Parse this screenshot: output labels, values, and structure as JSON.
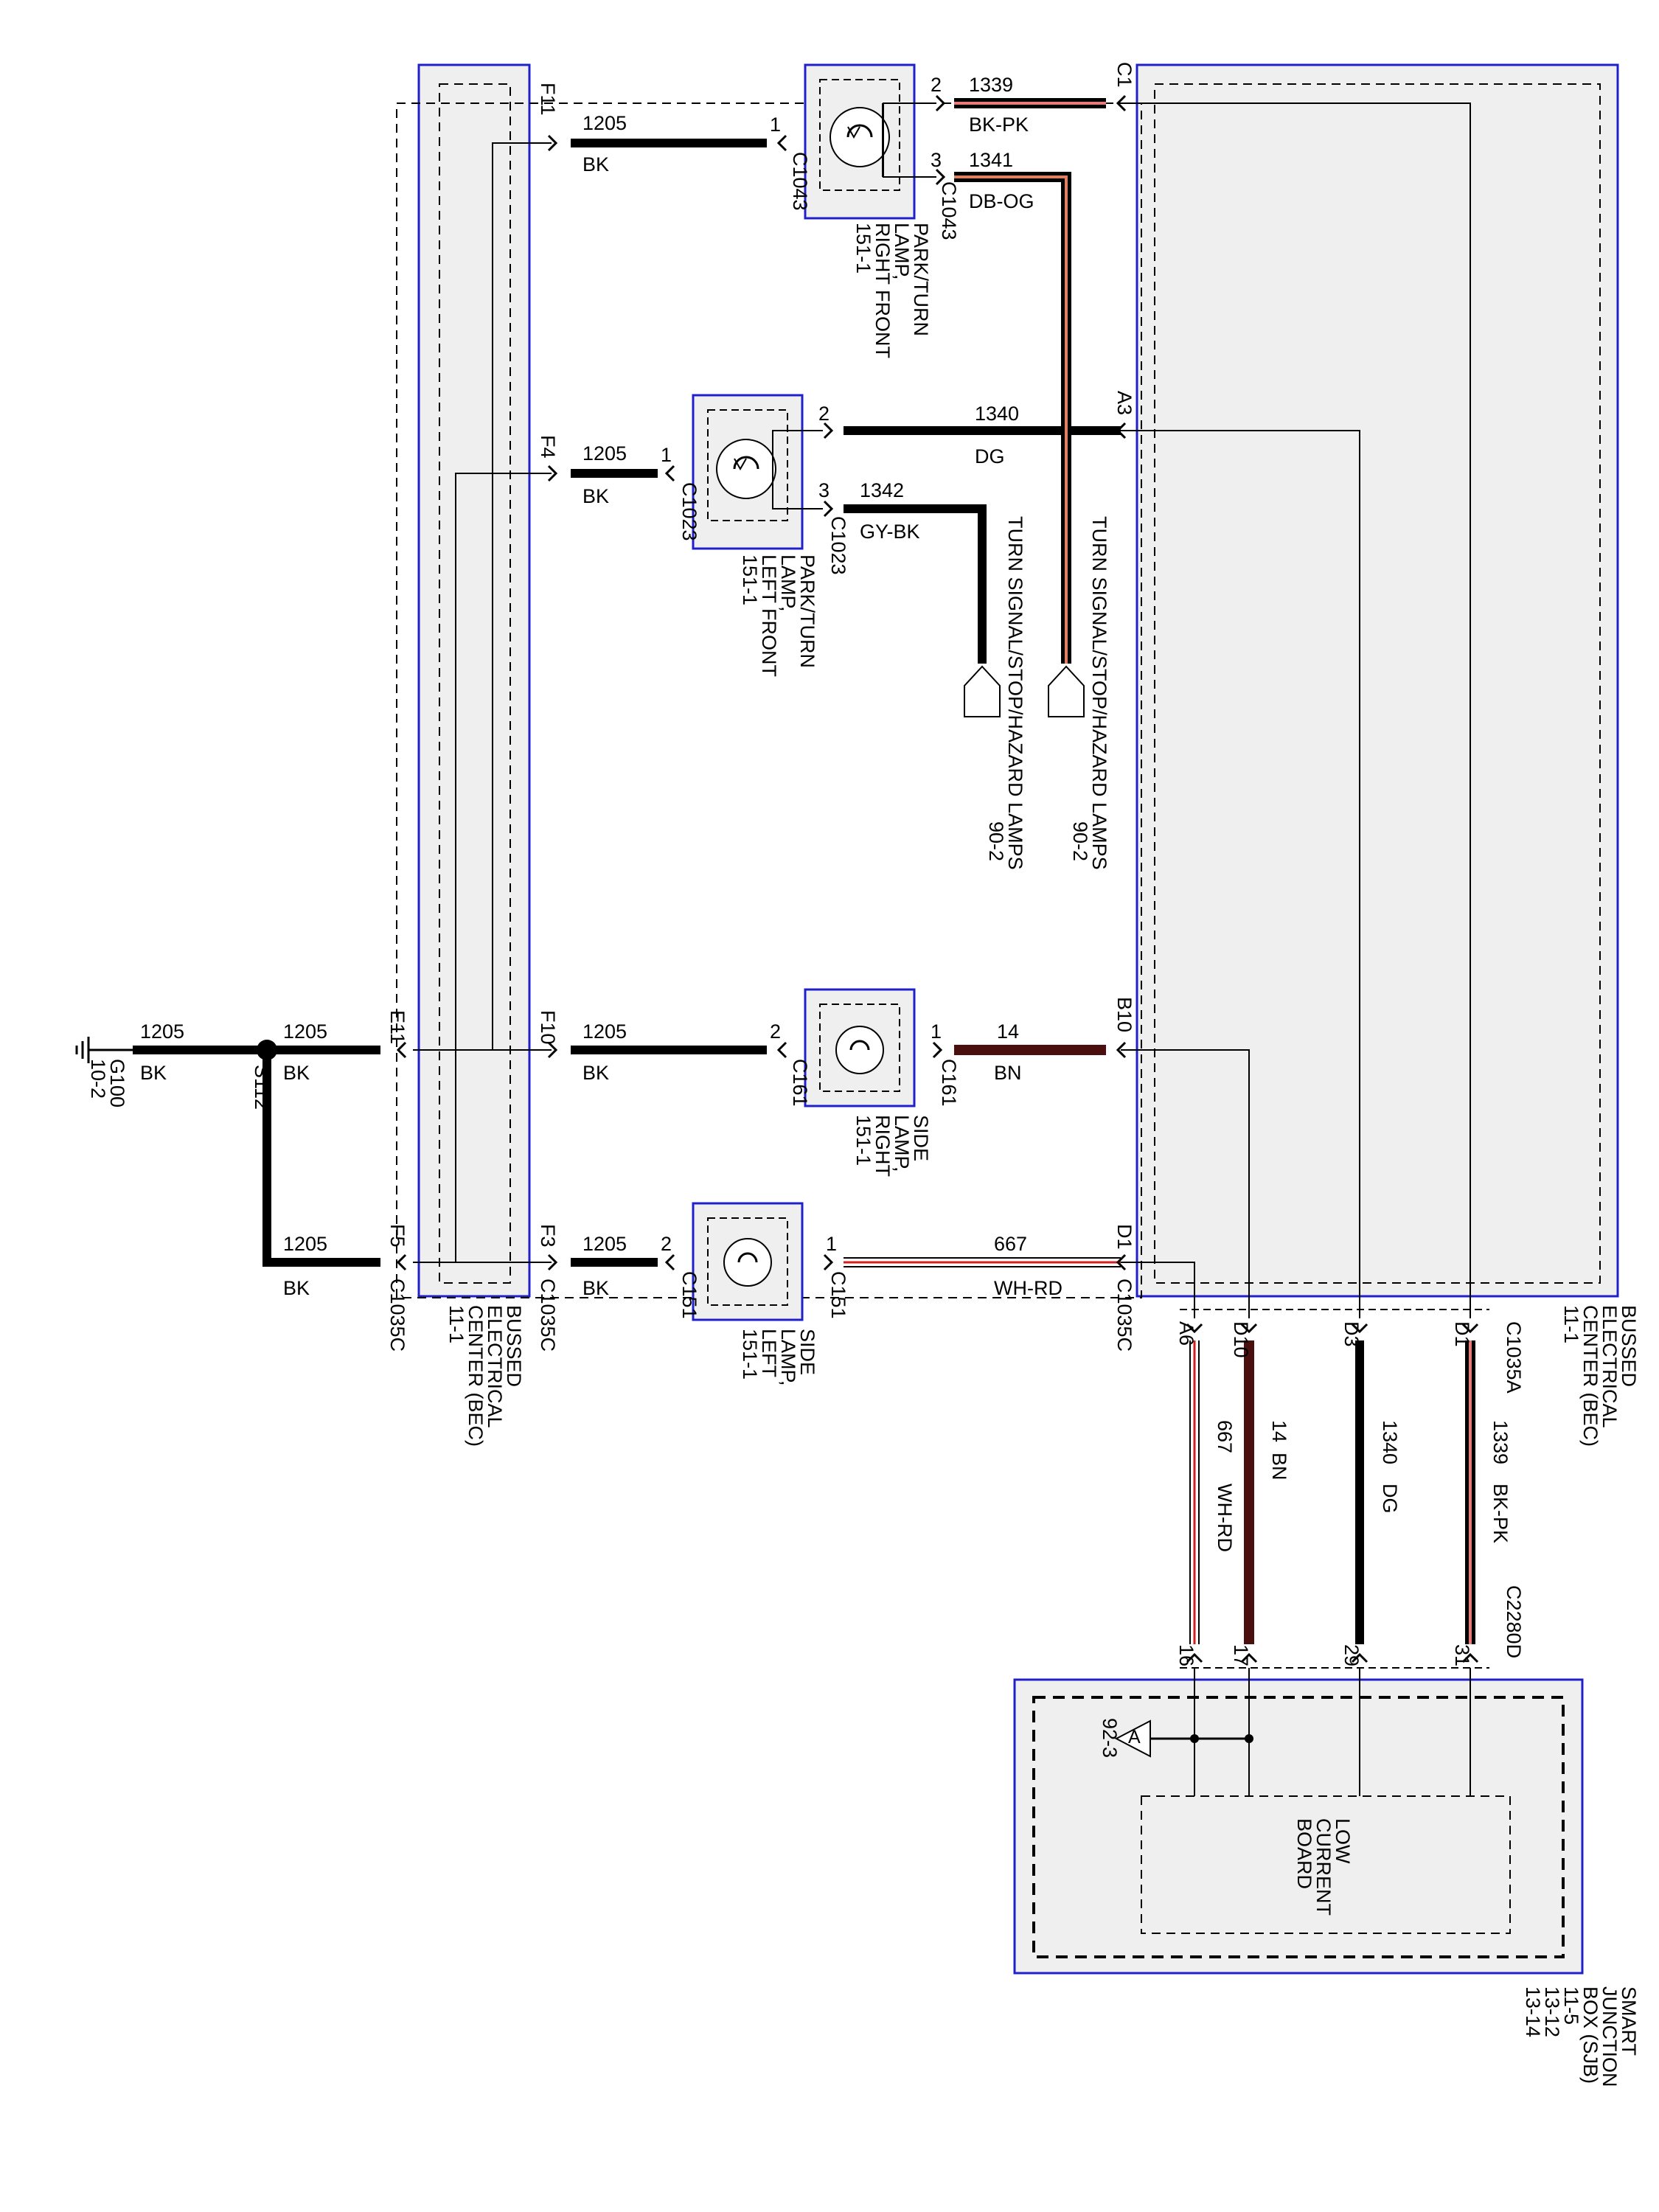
{
  "colors": {
    "background": "#ffffff",
    "box_fill": "#efefef",
    "box_border": "#2020c8",
    "wire_black": "#000000",
    "wire_brown": "#4a0f0f",
    "wire_pink": "#e87a7a",
    "wire_orange": "#e08060",
    "wire_red": "#d02020",
    "thin_line": "#000000"
  },
  "modules": {
    "bec_left": {
      "label_lines": [
        "BUSSED",
        "ELECTRICAL",
        "CENTER (BEC)",
        "11-1"
      ]
    },
    "bec_right": {
      "label_lines": [
        "BUSSED",
        "ELECTRICAL",
        "CENTER (BEC)",
        "11-1"
      ]
    },
    "sjb": {
      "label_lines": [
        "SMART",
        "JUNCTION",
        "BOX (SJB)",
        "11-5",
        "13-12",
        "13-14"
      ],
      "inner_label_lines": [
        "LOW",
        "CURRENT",
        "BOARD"
      ],
      "ref": "92-3",
      "ref_symbol": "A"
    }
  },
  "lamps": {
    "park_turn_right_front": {
      "label_lines": [
        "PARK/TURN",
        "LAMP,",
        "RIGHT FRONT",
        "151-1"
      ],
      "connector": "C1043"
    },
    "park_turn_left_front": {
      "label_lines": [
        "PARK/TURN",
        "LAMP,",
        "LEFT FRONT",
        "151-1"
      ],
      "connector": "C1023"
    },
    "side_right": {
      "label_lines": [
        "SIDE",
        "LAMP,",
        "RIGHT",
        "151-1"
      ],
      "connector": "C161"
    },
    "side_left": {
      "label_lines": [
        "SIDE",
        "LAMP,",
        "LEFT",
        "151-1"
      ],
      "connector": "C151"
    }
  },
  "ground": {
    "name": "G100",
    "ref": "10-2",
    "splice": "S112"
  },
  "refs": {
    "turn_signal_1": {
      "label": "TURN SIGNAL/STOP/HAZARD LAMPS",
      "ref": "90-2"
    },
    "turn_signal_2": {
      "label": "TURN SIGNAL/STOP/HAZARD LAMPS",
      "ref": "90-2"
    }
  },
  "connectors": {
    "c1035c": "C1035C",
    "c1035a": "C1035A",
    "c2280d": "C2280D"
  },
  "pins": {
    "f11": "F11",
    "f4": "F4",
    "f10": "F10",
    "f3": "F3",
    "e11": "E11",
    "f5": "F5",
    "c1": "C1",
    "a3": "A3",
    "b10": "B10",
    "d1": "D1",
    "a6": "A6",
    "d10": "D10",
    "d3": "D3",
    "d1b": "D1",
    "p1": "1",
    "p2": "2",
    "p3": "3",
    "s16": "16",
    "s17": "17",
    "s29": "29",
    "s31": "31"
  },
  "wires": {
    "w1205": "1205",
    "bk": "BK",
    "w1339": "1339",
    "bkpk": "BK-PK",
    "w1341": "1341",
    "dbog": "DB-OG",
    "w1340": "1340",
    "dg": "DG",
    "w1342": "1342",
    "gybk": "GY-BK",
    "w14": "14",
    "bn": "BN",
    "w667": "667",
    "whrd": "WH-RD"
  }
}
